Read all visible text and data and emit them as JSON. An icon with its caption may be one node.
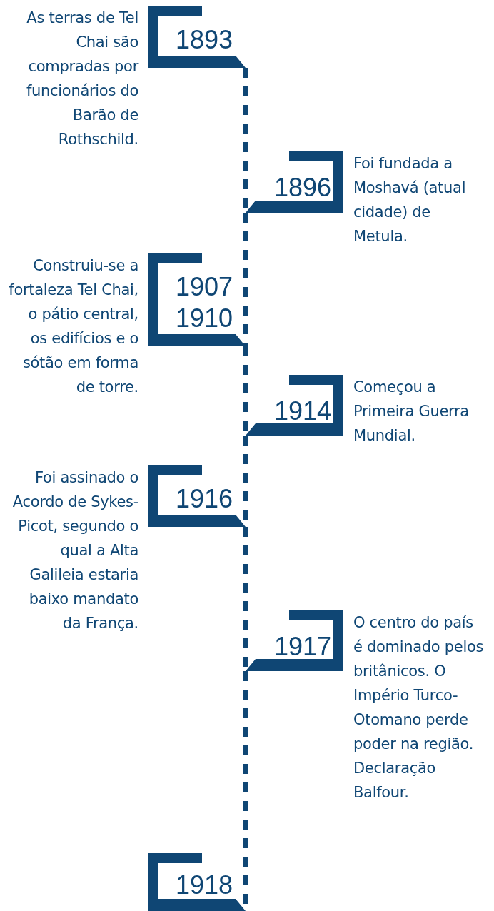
{
  "diagram": {
    "nodes": [
      {
        "text": [
          "1893"
        ],
        "beside": [
          "As terras de Tel Chai são compradas por funcionários do Barão de Rothschild."
        ]
      },
      {
        "text": [
          "1896"
        ],
        "beside": [
          "Foi fundada a Moshavá (atual cidade) de Metula."
        ]
      },
      {
        "text": [
          "1907 1910"
        ],
        "beside": [
          "Construiu-se a fortaleza Tel Chai, o pátio central, os edifícios e o sótão em forma de torre."
        ]
      },
      {
        "text": [
          "1914"
        ],
        "beside": [
          "Começou a Primeira Guerra Mundial."
        ]
      },
      {
        "text": [
          "1916"
        ],
        "beside": [
          "Foi assinado o Acordo de Sykes-Picot, segundo o qual a Alta Galileia estaria baixo mandato da França."
        ]
      },
      {
        "text": [
          "1917"
        ],
        "beside": [
          "O centro do país é dominado pelos britânicos. O Império Turco-Otomano perde poder na região. Declaração Balfour."
        ]
      },
      {
        "text": [
          "1918"
        ]
      }
    ],
    "edges": [
      {
        "from": 0,
        "to": 1,
        "arrow": "none",
        "style": "dashed"
      },
      {
        "from": 1,
        "to": 2,
        "arrow": "none",
        "style": "dashed"
      },
      {
        "from": 2,
        "to": 3,
        "arrow": "none",
        "style": "dashed"
      },
      {
        "from": 3,
        "to": 4,
        "arrow": "none",
        "style": "dashed"
      },
      {
        "from": 4,
        "to": 5,
        "arrow": "none",
        "style": "dashed"
      },
      {
        "from": 5,
        "to": 6,
        "arrow": "none",
        "style": "dashed"
      }
    ]
  }
}
